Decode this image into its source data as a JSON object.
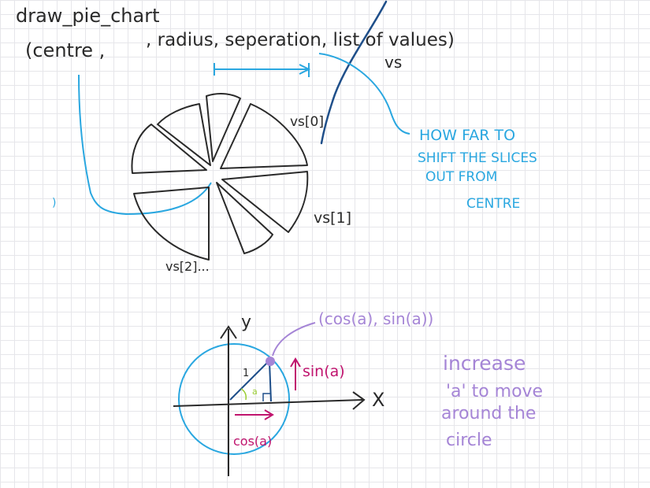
{
  "signature": {
    "line1": "draw_pie_chart",
    "line2_a": "(centre ,",
    "line2_b": ", radius, seperation, list of values)"
  },
  "labels": {
    "vs": "vs",
    "vs0": "vs[0]",
    "vs1": "vs[1]",
    "vs2": "vs[2]...",
    "stray_mark": ")"
  },
  "annotation": {
    "line1": "HOW FAR TO",
    "line2": "SHIFT THE SLICES",
    "line3": "OUT FROM",
    "line4": "CENTRE"
  },
  "circle": {
    "y_axis": "y",
    "x_axis": "X",
    "point": "(cos(a), sin(a))",
    "radius_label": "1",
    "angle_label": "a",
    "sin_label": "sin(a)",
    "cos_label": "cos(a)"
  },
  "note": {
    "line1": "increase",
    "line2": "'a' to move",
    "line3": "around the",
    "line4": "circle"
  },
  "colors": {
    "ink": "#2a2a2a",
    "cyan": "#2aa7e0",
    "navy": "#1f4f8a",
    "purple": "#a585d6",
    "magenta": "#c0146e",
    "green": "#9acd32"
  }
}
